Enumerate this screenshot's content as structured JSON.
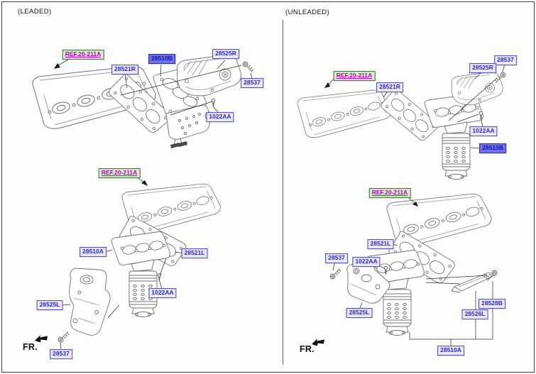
{
  "leaded": {
    "title": "(LEADED)",
    "fr": "FR.",
    "top": {
      "ref": "REF.20-211A",
      "gasket": "28521R",
      "manifold": "28510B",
      "shield": "28525R",
      "bolt": "28537",
      "stud": "1022AA"
    },
    "bottom": {
      "ref": "REF.20-211A",
      "manifold": "28510A",
      "gasket": "28521L",
      "stud": "1022AA",
      "shield": "28525L",
      "bolt": "28537"
    }
  },
  "unleaded": {
    "title": "(UNLEADED)",
    "fr": "FR.",
    "top": {
      "bolt": "28537",
      "shield": "28525R",
      "ref": "REF.20-211A",
      "gasket": "28521R",
      "stud": "1022AA",
      "manifold": "28510B"
    },
    "bottom": {
      "ref": "REF.20-211A",
      "gasket": "28521L",
      "bolt": "28537",
      "stud": "1022AA",
      "shield": "28525L",
      "stay_bolt": "28528B",
      "stay": "28526L",
      "manifold": "28510A"
    }
  },
  "colors": {
    "part_label_text": "#2a2ac8",
    "part_label_bg": "#e9e9fb",
    "part_label_border": "#4343c2",
    "highlight_bg": "#6b74ee",
    "highlight_text": "#15159c",
    "ref_label_text": "#bb00bb",
    "ref_label_bg": "#d9eecd",
    "ref_label_border": "#2e6b2e",
    "line_art": "#707070"
  }
}
